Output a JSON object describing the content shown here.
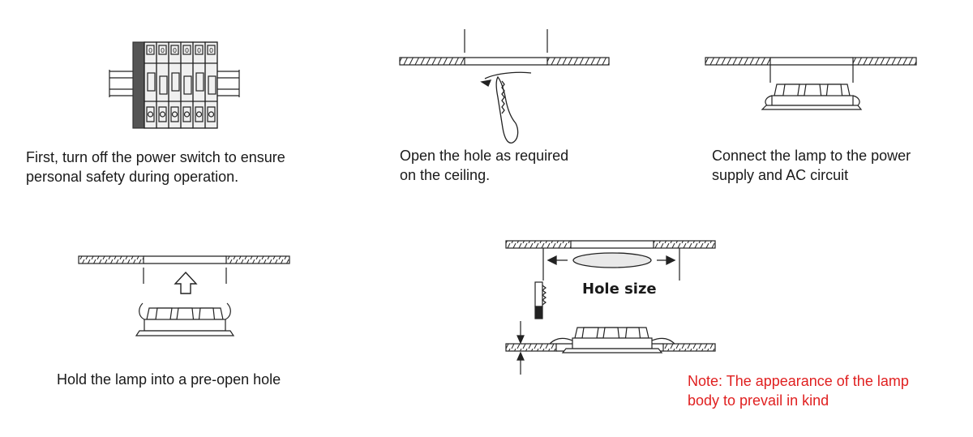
{
  "steps": [
    {
      "id": "power-off",
      "caption": "First, turn off the power switch to ensure\npersonal safety during operation."
    },
    {
      "id": "open-hole",
      "caption": "Open the hole as required\non the ceiling."
    },
    {
      "id": "connect",
      "caption": "Connect the lamp to the power\nsupply and AC circuit"
    },
    {
      "id": "hold",
      "caption": "Hold the lamp into a pre-open hole"
    }
  ],
  "hole_size_label": "Hole size",
  "note": "Note: The appearance of the lamp\nbody to prevail in kind",
  "breaker_marks": [
    "0",
    "0",
    "0",
    "0",
    "0",
    "0"
  ],
  "colors": {
    "line": "#222222",
    "note": "#e02020",
    "panel_fill": "#e9e9e9",
    "breaker_side": "#555555"
  },
  "icons": [
    "breaker-panel-icon",
    "saw-icon",
    "downlight-icon",
    "arrow-up-icon",
    "ceiling-icon"
  ]
}
